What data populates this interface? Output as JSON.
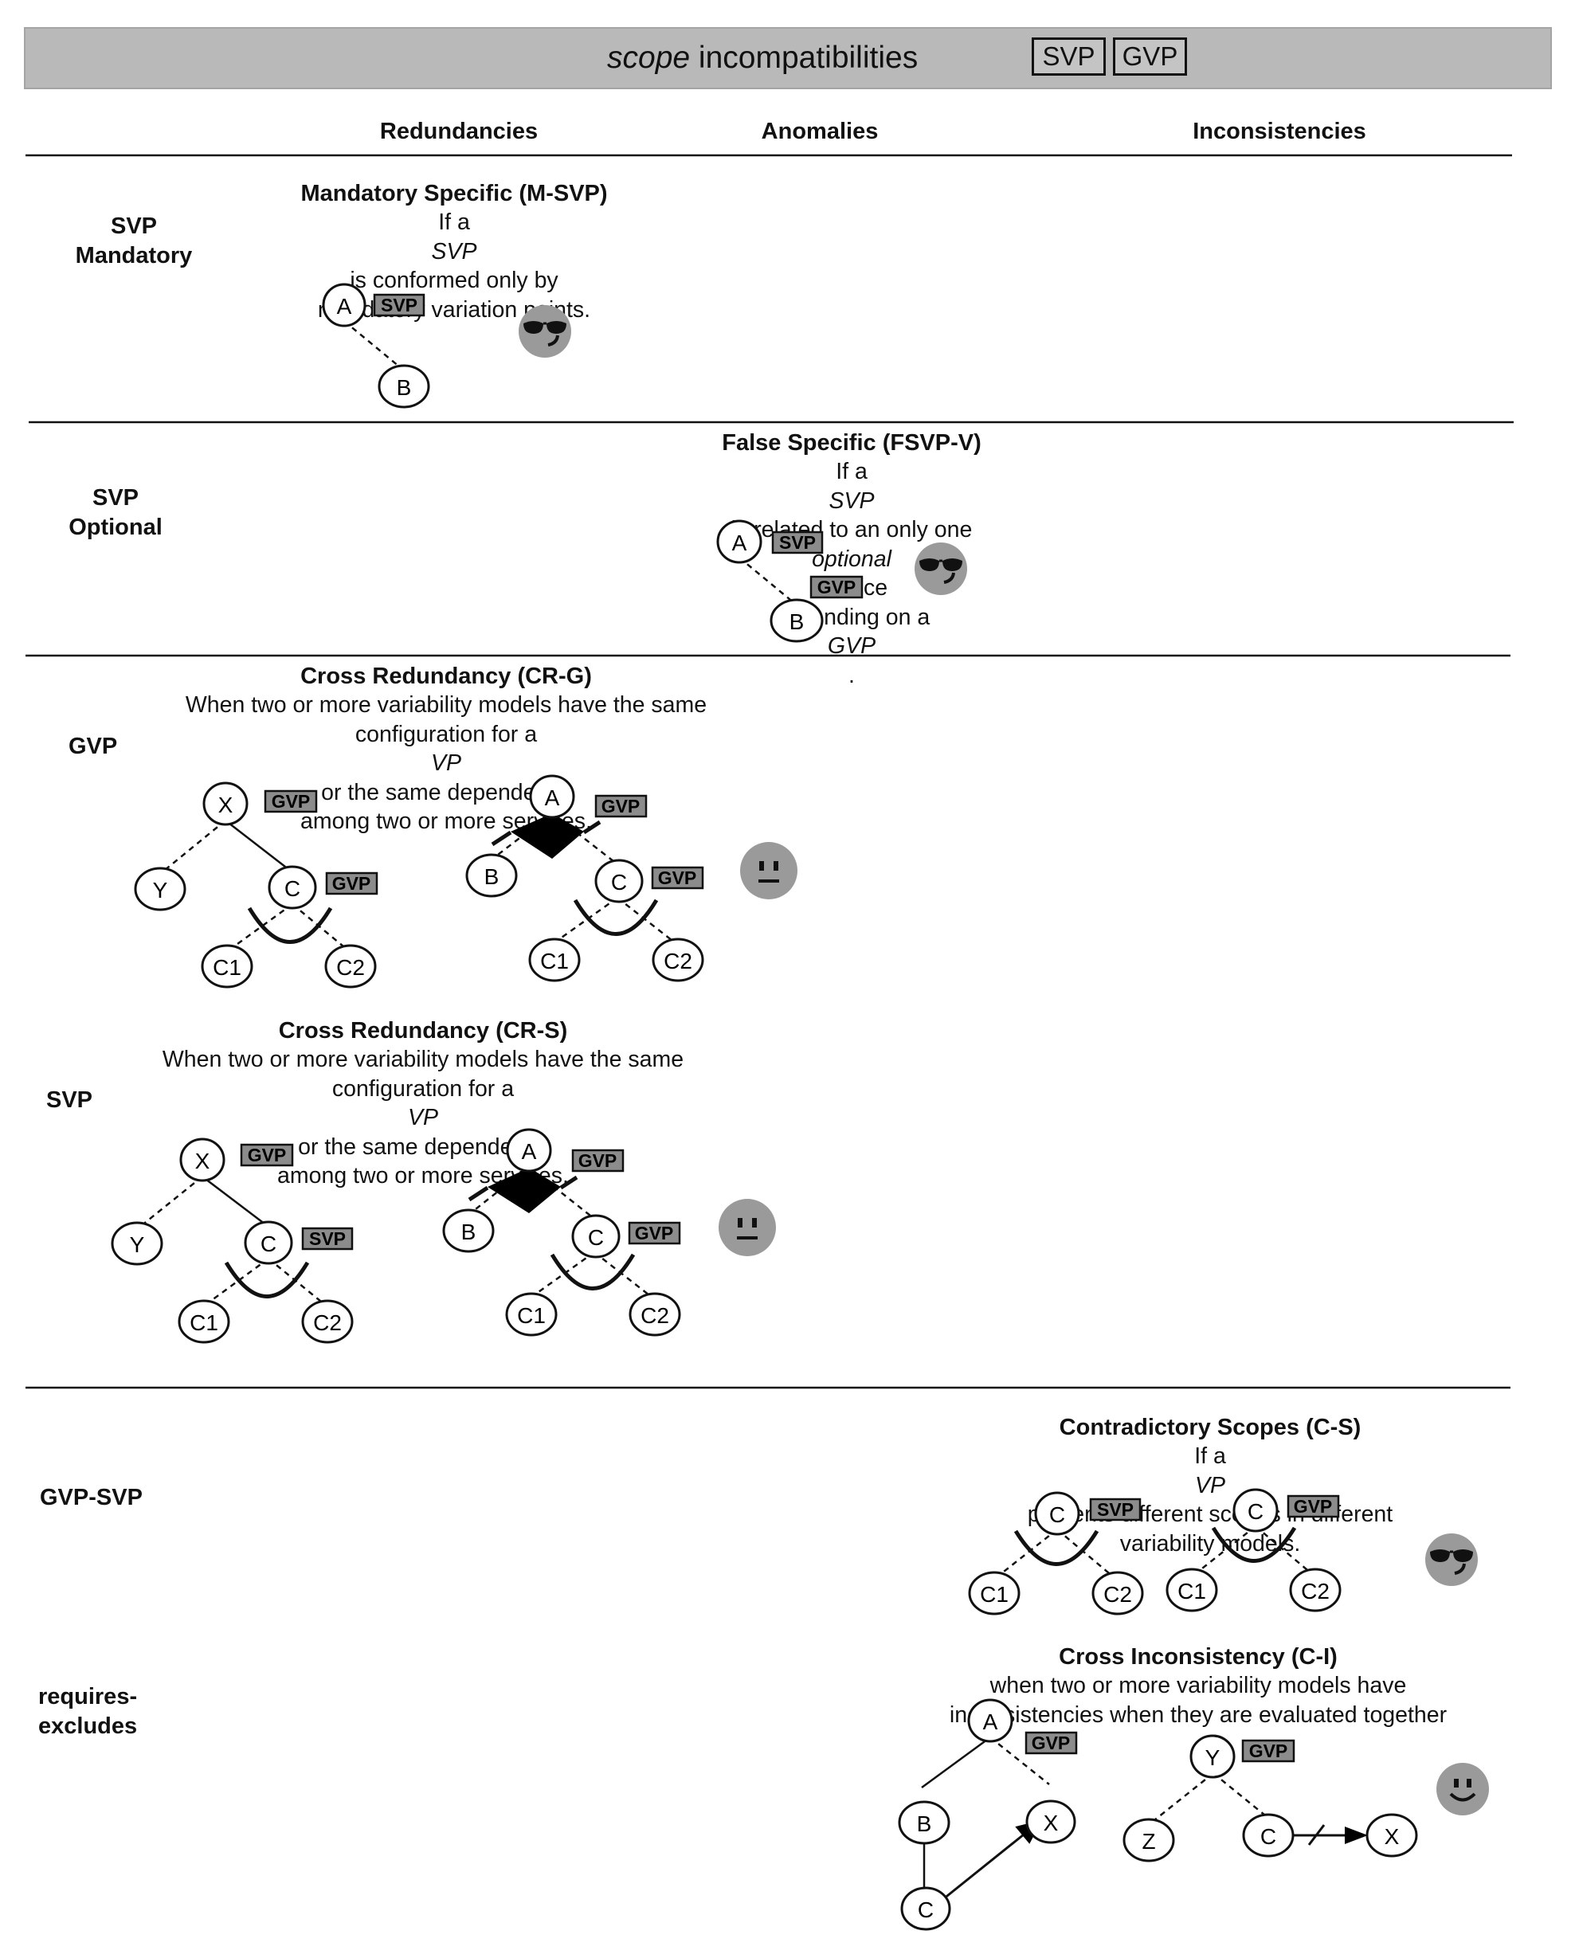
{
  "header": {
    "title_italic": "scope",
    "title_rest": " incompatibilities",
    "tags": [
      "SVP",
      "GVP"
    ]
  },
  "columns": [
    "Redundancies",
    "Anomalies",
    "Inconsistencies"
  ],
  "rows": {
    "svp_mandatory": [
      "SVP",
      "Mandatory"
    ],
    "svp_optional": [
      "SVP",
      "Optional"
    ],
    "gvp": "GVP",
    "svp": "SVP",
    "gvp_svp": "GVP-SVP",
    "requires_excludes": [
      "requires-",
      "excludes"
    ]
  },
  "cells": {
    "msvp": {
      "title": "Mandatory Specific (M-SVP)",
      "l1_pre": "If a ",
      "l1_it": "SVP",
      "l1_post": " is conformed only by",
      "l2": "mandatory variation points."
    },
    "fsvp": {
      "title": "False Specific (FSVP-V)",
      "l1_pre": "If a ",
      "l1_it": "SVP",
      "l1_mid": " is related to an only one ",
      "l1_it2": "optional",
      "l1_post": " service",
      "l2_pre": "depending on a ",
      "l2_it": "GVP",
      "l2_post": "."
    },
    "crg": {
      "title": "Cross Redundancy (CR-G)",
      "l1": "When two or more variability models have the same",
      "l2_pre": "configuration for a ",
      "l2_it": "VP",
      "l2_post": " or the same dependency",
      "l3": "among two or more services."
    },
    "crs": {
      "title": "Cross Redundancy (CR-S)",
      "l1": "When two or more variability models have the same",
      "l2_pre": "configuration for a ",
      "l2_it": "VP",
      "l2_post": " or the same dependency",
      "l3": "among two or more services."
    },
    "cs": {
      "title": "Contradictory Scopes (C-S)",
      "l1_pre": "If a ",
      "l1_it": "VP",
      "l1_post": " presents different scopes in different",
      "l2": "variability models."
    },
    "ci": {
      "title": "Cross Inconsistency (C-I)",
      "l1": "when two or more variability models have",
      "l2": "inconsistencies when they are evaluated together"
    }
  },
  "node_labels": {
    "A": "A",
    "B": "B",
    "C": "C",
    "X": "X",
    "Y": "Y",
    "Z": "Z",
    "C1": "C1",
    "C2": "C2"
  },
  "badge_labels": {
    "svp": "SVP",
    "gvp": "GVP"
  },
  "faces": [
    "cool-face-icon",
    "cool-face-icon",
    "neutral-face-icon",
    "neutral-face-icon",
    "cool-face-icon",
    "smile-face-icon"
  ],
  "colors": {
    "header_bg": "#b9b9b9",
    "badge_bg": "#8c8c8c",
    "face": "#9a9a9a"
  }
}
